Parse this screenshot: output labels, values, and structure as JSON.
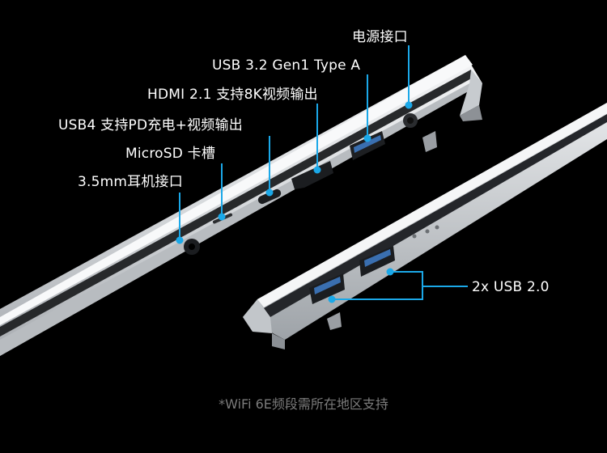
{
  "ports": {
    "power": "电源接口",
    "usb_a": "USB 3.2 Gen1 Type A",
    "hdmi": "HDMI 2.1 支持8K视频输出",
    "usb4": "USB4 支持PD充电+视频输出",
    "microsd": "MicroSD 卡槽",
    "audio": "3.5mm耳机接口",
    "usb2": "2x USB 2.0"
  },
  "footnote": "*WiFi 6E频段需所在地区支持",
  "colors": {
    "background": "#000000",
    "callout_line": "#1ba8e8",
    "chassis": "#d9dcdf",
    "footnote": "#7b7b7b"
  }
}
